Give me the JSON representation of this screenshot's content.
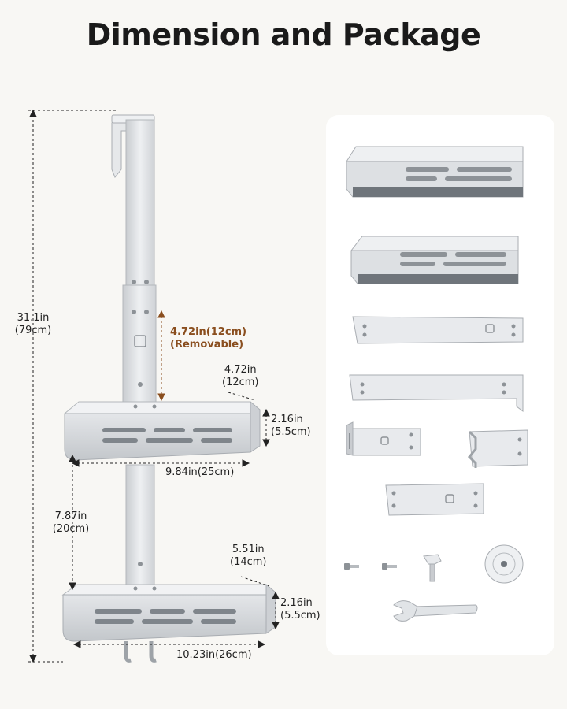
{
  "title": "Dimension and Package",
  "dimensions": {
    "total_height": {
      "in": "31.1in",
      "cm": "(79cm)"
    },
    "removable": {
      "value": "4.72in(12cm)",
      "note": "(Removable)"
    },
    "top_depth": {
      "in": "4.72in",
      "cm": "(12cm)"
    },
    "top_basket_height": {
      "in": "2.16in",
      "cm": "(5.5cm)"
    },
    "top_width": "9.84in(25cm)",
    "spacing": {
      "in": "7.87in",
      "cm": "(20cm)"
    },
    "bottom_depth": {
      "in": "5.51in",
      "cm": "(14cm)"
    },
    "bottom_basket_height": {
      "in": "2.16in",
      "cm": "(5.5cm)"
    },
    "bottom_width": "10.23in(26cm)"
  },
  "colors": {
    "accent": "#8a4e1e",
    "metal": "#d9dcdf",
    "metal_dark": "#9ea3a8",
    "line": "#222222"
  },
  "package_items": [
    {
      "icon": "large-basket-icon"
    },
    {
      "icon": "small-basket-icon"
    },
    {
      "icon": "short-bar-icon"
    },
    {
      "icon": "long-hook-bar-icon"
    },
    {
      "icon": "hook-plate-icon"
    },
    {
      "icon": "bracket-icon"
    },
    {
      "icon": "mount-plate-icon"
    },
    {
      "icon": "screw-icon"
    },
    {
      "icon": "screw-icon"
    },
    {
      "icon": "thumb-screw-icon"
    },
    {
      "icon": "suction-cup-icon"
    },
    {
      "icon": "wrench-icon"
    }
  ]
}
